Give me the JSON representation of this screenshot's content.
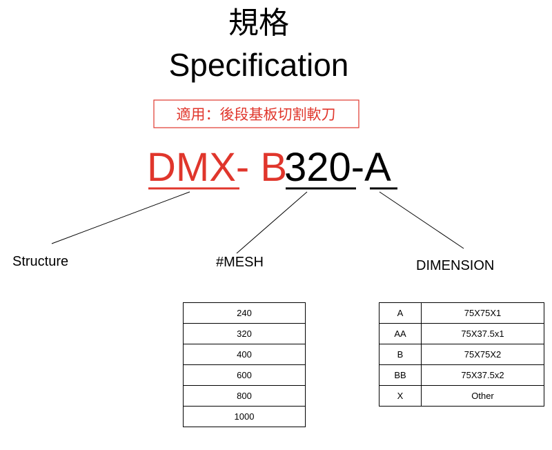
{
  "title_cn": "規格",
  "title_en": "Specification",
  "application": "適用：後段基板切割軟刀",
  "model_code": {
    "red_part": "DMX- B",
    "black_part": "320-A",
    "red_color": "#e0362c",
    "text_color": "#000000"
  },
  "labels": {
    "structure": "Structure",
    "mesh": "#MESH",
    "dimension": "DIMENSION"
  },
  "mesh_table": [
    "240",
    "320",
    "400",
    "600",
    "800",
    "1000"
  ],
  "dimension_table": [
    {
      "code": "A",
      "value": "75X75X1"
    },
    {
      "code": "AA",
      "value": "75X37.5x1"
    },
    {
      "code": "B",
      "value": "75X75X2"
    },
    {
      "code": "BB",
      "value": "75X37.5x2"
    },
    {
      "code": "X",
      "value": "Other"
    }
  ]
}
